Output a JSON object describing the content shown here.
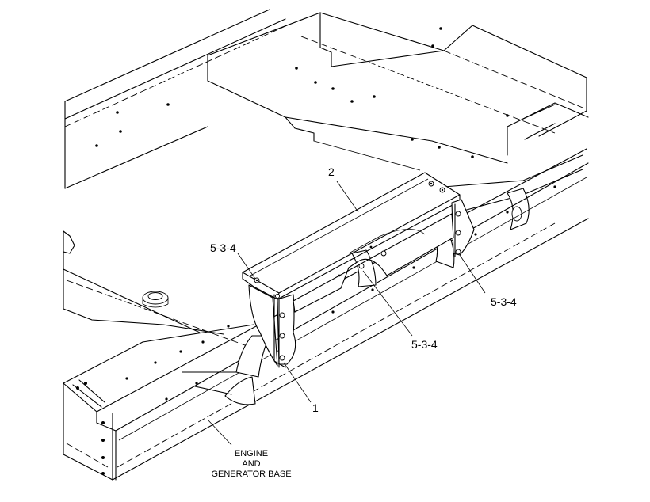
{
  "callouts": {
    "item_1": "1",
    "item_2": "2",
    "ref_left": "5-3-4",
    "ref_center": "5-3-4",
    "ref_right": "5-3-4"
  },
  "caption": {
    "line1": "ENGINE",
    "line2": "AND",
    "line3": "GENERATOR BASE"
  }
}
